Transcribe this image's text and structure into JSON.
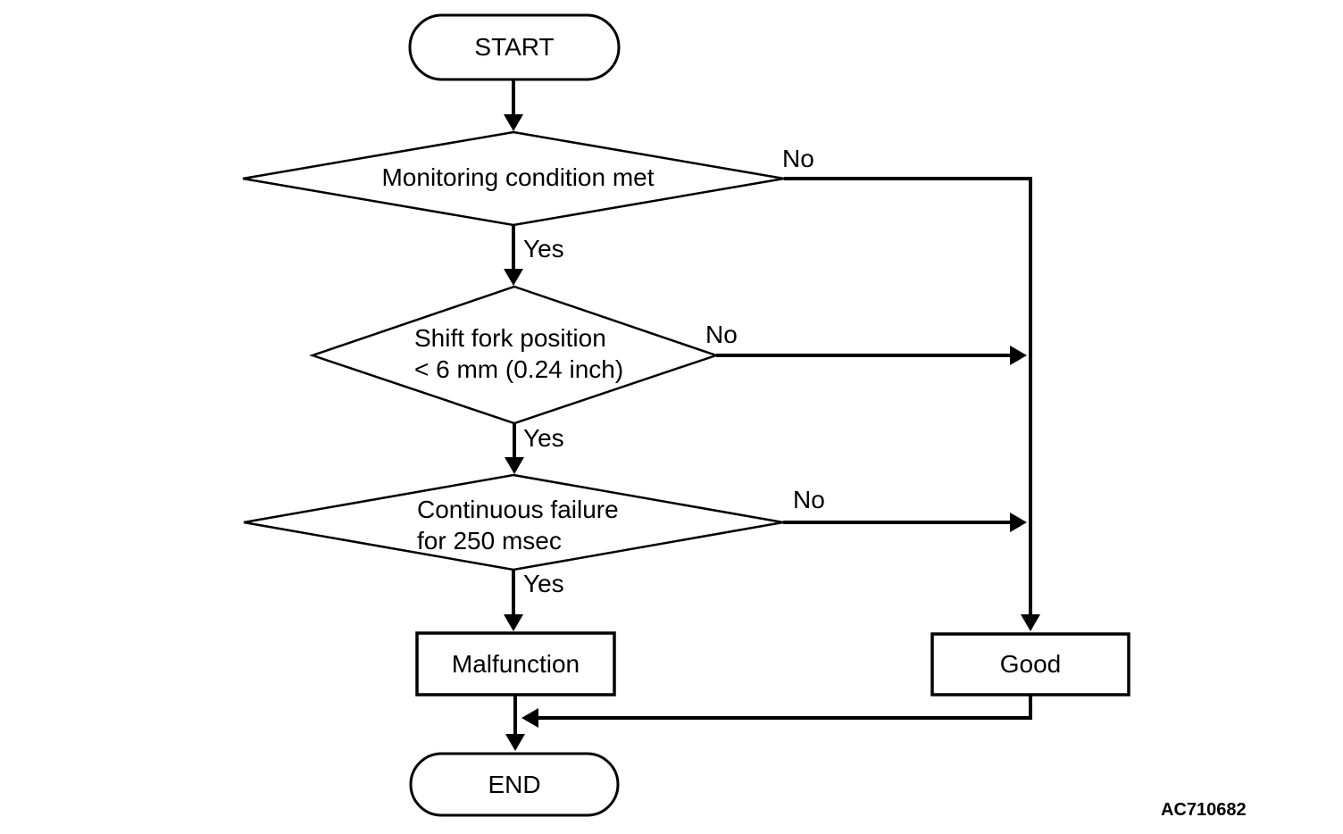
{
  "figure_id": "AC710682",
  "colors": {
    "background": "#ffffff",
    "line": "#000000",
    "text": "#000000"
  },
  "nodes": {
    "start": {
      "type": "terminator",
      "label": "START"
    },
    "monitoring": {
      "type": "decision",
      "label": "Monitoring condition met"
    },
    "shift_fork": {
      "type": "decision",
      "line1": "Shift fork position",
      "line2": "< 6 mm (0.24 inch)"
    },
    "continuous_failure": {
      "type": "decision",
      "line1": "Continuous failure",
      "line2": "for 250 msec"
    },
    "malfunction": {
      "type": "process",
      "label": "Malfunction"
    },
    "good": {
      "type": "process",
      "label": "Good"
    },
    "end": {
      "type": "terminator",
      "label": "END"
    }
  },
  "edges": {
    "monitoring_yes": "Yes",
    "monitoring_no": "No",
    "shift_fork_yes": "Yes",
    "shift_fork_no": "No",
    "continuous_failure_yes": "Yes",
    "continuous_failure_no": "No"
  }
}
